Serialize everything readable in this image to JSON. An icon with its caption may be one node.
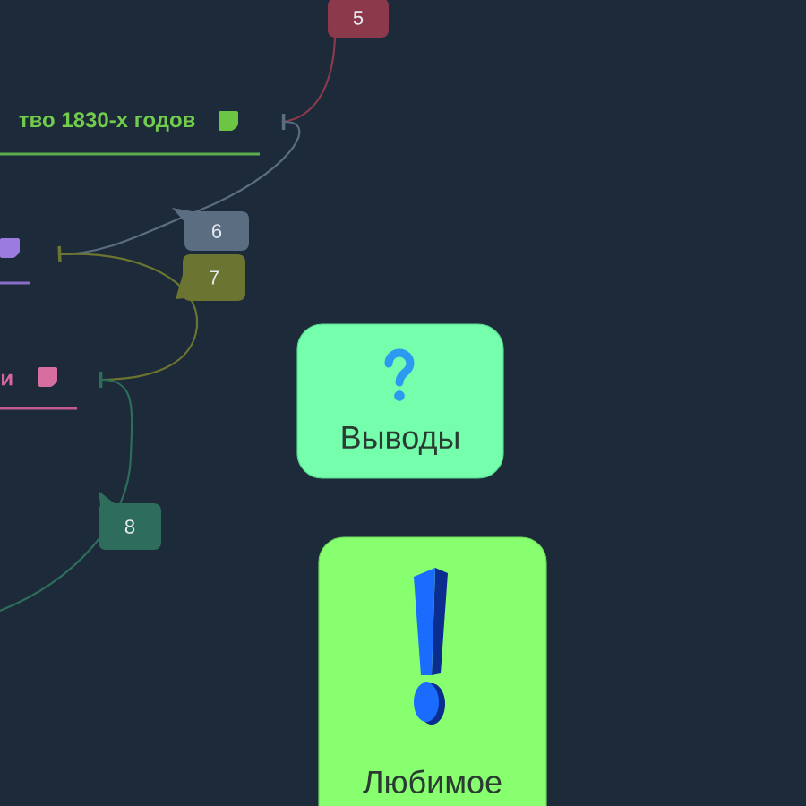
{
  "diagram": {
    "nodes": [
      {
        "text": [
          "тво 1830-х годов"
        ]
      },
      {
        "text": [],
        "shape": "bar"
      },
      {
        "text": [
          "и"
        ]
      },
      {
        "text": [
          "Выводы"
        ]
      },
      {
        "text": [
          "Любимое"
        ]
      }
    ],
    "edges": [
      {
        "from": null,
        "to": 0,
        "arrow": "none",
        "label": "5",
        "color": "#8c3a4b"
      },
      {
        "from": 0,
        "to": 1,
        "arrow": "other",
        "label": "6",
        "color": "#5b6d80"
      },
      {
        "from": 1,
        "to": 2,
        "arrow": "other",
        "label": "7",
        "color": "#6b7430"
      },
      {
        "from": 2,
        "to": null,
        "arrow": "other",
        "label": "8",
        "color": "#2e6d5b"
      }
    ]
  }
}
